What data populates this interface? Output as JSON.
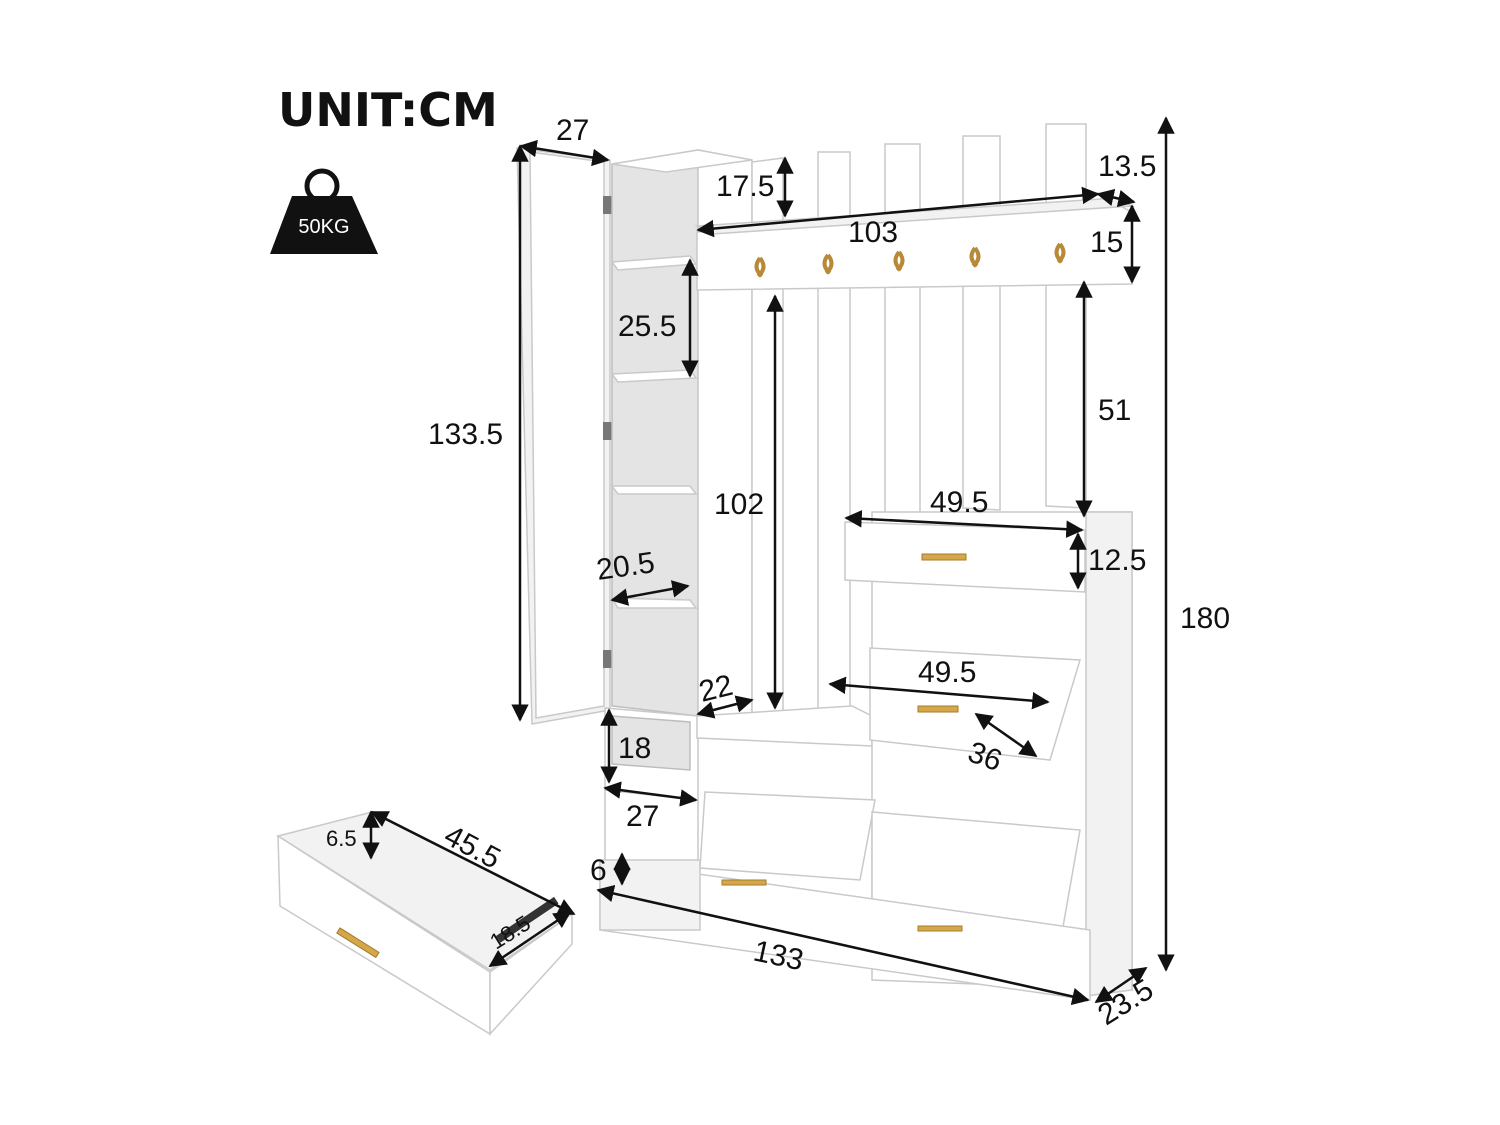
{
  "header": {
    "unit_label": "UNIT:CM"
  },
  "weight_badge": {
    "label": "50KG"
  },
  "dimensions": {
    "cabinet_depth_top": "27",
    "cabinet_height": "133.5",
    "shelf_gap": "25.5",
    "shelf_depth": "20.5",
    "cabinet_inner_depth": "22",
    "open_cubby_height": "18",
    "open_cubby_depth": "27",
    "plinth_height": "6",
    "hook_panel_top": "17.5",
    "hook_rail_width": "103",
    "hook_rail_depth": "13.5",
    "hook_rail_height": "15",
    "mirror_height": "102",
    "slat_height": "51",
    "drawer_width": "49.5",
    "drawer_height": "12.5",
    "flip_tray_width": "49.5",
    "flip_tray_depth": "36",
    "total_width": "133",
    "total_depth": "23.5",
    "total_height": "180",
    "drawer_detail_length": "45.5",
    "drawer_detail_depth": "18.5",
    "drawer_detail_height": "6.5"
  },
  "colors": {
    "handle": "#d4a84a",
    "line": "#111111",
    "panel_edge": "#c9c9c9"
  }
}
